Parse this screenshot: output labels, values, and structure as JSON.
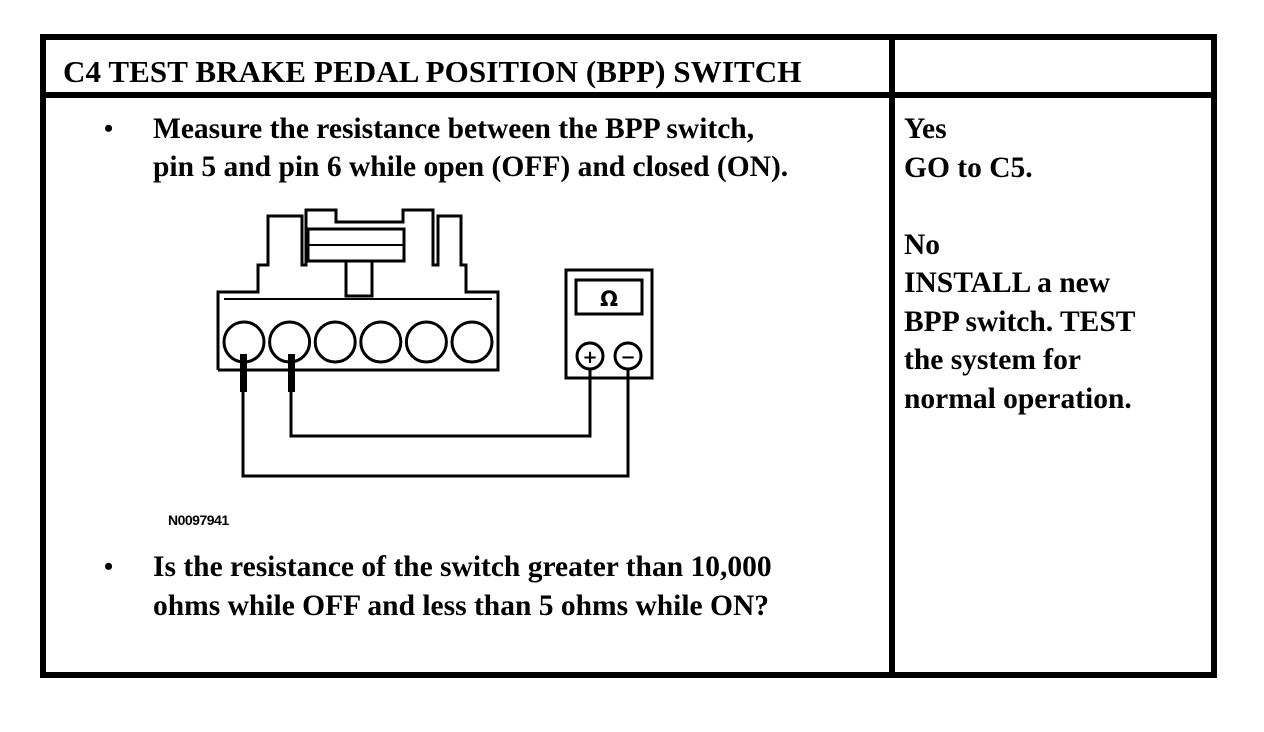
{
  "header": {
    "title": "C4 TEST BRAKE PEDAL POSITION (BPP) SWITCH",
    "results_header": ""
  },
  "steps": [
    {
      "bullet": "•",
      "lines": [
        "Measure the resistance between the BPP switch,",
        "pin 5 and pin 6 while open (OFF) and closed (ON)."
      ]
    },
    {
      "bullet": "•",
      "lines": [
        "Is the resistance of the switch greater than 10,000",
        "ohms while OFF and less than 5 ohms while ON?"
      ]
    }
  ],
  "diagram": {
    "meter_symbol": "Ω",
    "positive_terminal": "+",
    "negative_terminal": "−",
    "figure_id": "N0097941",
    "connector_pin_count": 6,
    "probed_pins": [
      1,
      2
    ]
  },
  "results": {
    "yes_label": "Yes",
    "yes_action": "GO to C5.",
    "no_label": "No",
    "no_action_lines": [
      "INSTALL a new",
      "BPP switch. TEST",
      "the system for",
      "normal operation."
    ]
  }
}
